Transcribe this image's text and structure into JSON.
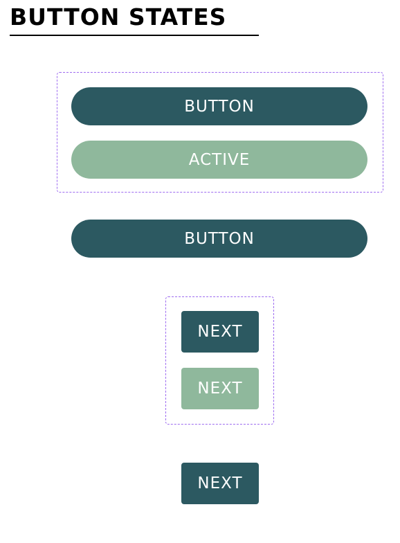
{
  "title": "BUTTON STATES",
  "colors": {
    "default": "#2C5961",
    "active": "#8FB89C",
    "frame_border": "#9D6BF0",
    "text": "#FFFFFF"
  },
  "pill_variants": [
    {
      "label": "BUTTON",
      "state": "default"
    },
    {
      "label": "ACTIVE",
      "state": "active"
    }
  ],
  "pill_instance": {
    "label": "BUTTON",
    "state": "default"
  },
  "next_variants": [
    {
      "label": "NEXT",
      "state": "default"
    },
    {
      "label": "NEXT",
      "state": "active"
    }
  ],
  "next_instance": {
    "label": "NEXT",
    "state": "default"
  }
}
